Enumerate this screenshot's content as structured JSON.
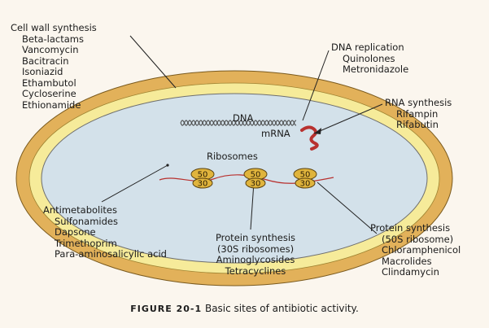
{
  "cell_wall": {
    "head": "Cell wall synthesis",
    "items": [
      "Beta-lactams",
      "Vancomycin",
      "Bacitracin",
      "Isoniazid",
      "Ethambutol",
      "Cycloserine",
      "Ethionamide"
    ]
  },
  "dna_replication": {
    "head": "DNA replication",
    "items": [
      "Quinolones",
      "Metronidazole"
    ]
  },
  "rna_synthesis": {
    "head": "RNA synthesis",
    "items": [
      "Rifampin",
      "Rifabutin"
    ]
  },
  "antimetabolites": {
    "head": "Antimetabolites",
    "items": [
      "Sulfonamides",
      "Dapsone",
      "Trimethoprim",
      "Para-aminosalicylic acid"
    ]
  },
  "protein_30s": {
    "head": "Protein synthesis",
    "items": [
      "(30S ribosomes)",
      "Aminoglycosides",
      "Tetracyclines"
    ]
  },
  "protein_50s": {
    "head": "Protein synthesis",
    "items": [
      "(50S ribosome)",
      "Chloramphenicol",
      "Macrolides",
      "Clindamycin"
    ]
  },
  "cell_interior": {
    "dna": "DNA",
    "mrna": "mRNA",
    "ribosomes": "Ribosomes",
    "ribosome_top": "50",
    "ribosome_bottom": "30"
  },
  "caption": {
    "figure": "FIGURE 20-1",
    "text": "Basic sites of antibiotic activity."
  },
  "colors": {
    "outer_wall": "#e2b15a",
    "middle_band": "#f6eb9a",
    "cytoplasm": "#d3e1ea",
    "ribosome": "#e0b43c",
    "mrna_strand": "#b8312f"
  }
}
